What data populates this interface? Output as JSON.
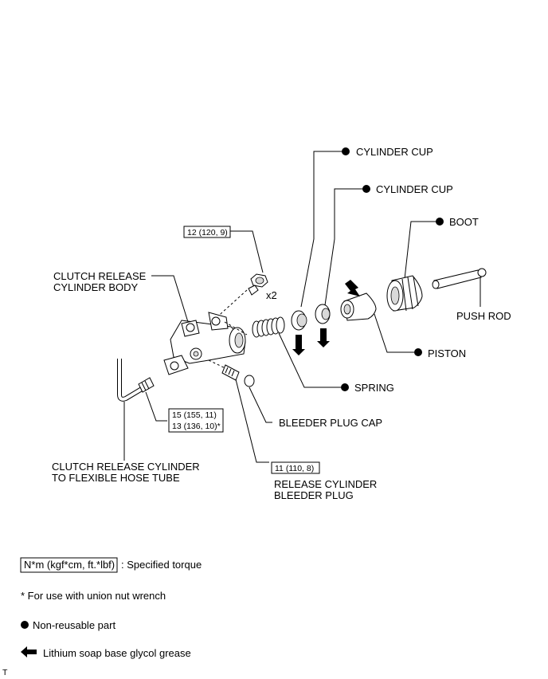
{
  "labels": {
    "cylinder_cup_1": "CYLINDER CUP",
    "cylinder_cup_2": "CYLINDER CUP",
    "boot": "BOOT",
    "push_rod": "PUSH ROD",
    "piston": "PISTON",
    "spring": "SPRING",
    "bleeder_plug_cap": "BLEEDER PLUG CAP",
    "release_bleeder_plug_line1": "RELEASE CYLINDER",
    "release_bleeder_plug_line2": "BLEEDER PLUG",
    "body_line1": "CLUTCH RELEASE",
    "body_line2": "CYLINDER BODY",
    "tube_line1": "CLUTCH RELEASE CYLINDER",
    "tube_line2": "TO FLEXIBLE HOSE TUBE",
    "qty": "x2"
  },
  "torques": {
    "bolt": "12 (120, 9)",
    "tube_1": "15 (155, 11)",
    "tube_2": "13 (136, 10)*",
    "bleeder": "11 (110, 8)"
  },
  "legend": {
    "torque_box": "N*m (kgf*cm, ft.*lbf)",
    "torque_text": ": Specified torque",
    "union_note": "* For use with union nut wrench",
    "non_reusable": "Non-reusable part",
    "grease": "Lithium soap base glycol grease"
  },
  "corner_mark": "T"
}
